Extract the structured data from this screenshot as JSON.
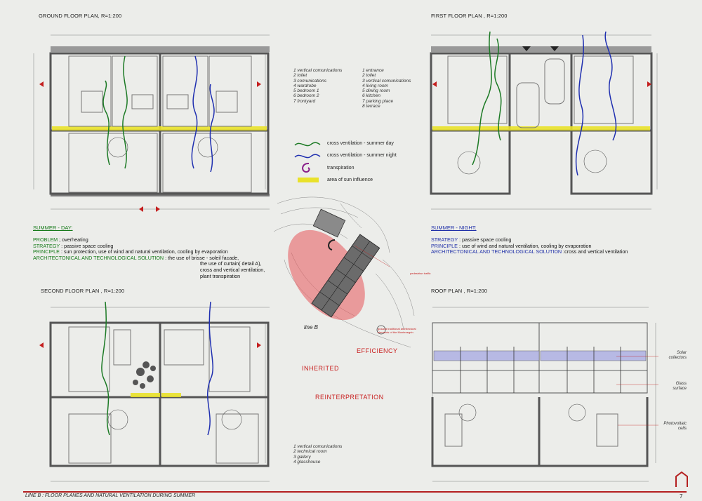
{
  "titles": {
    "ground": "GROUND FLOOR PLAN, R=1:200",
    "first": "FIRST FLOOR PLAN , R=1:200",
    "second": "SECOND FLOOR PLAN , R=1:200",
    "roof": "ROOF PLAN , R=1:200"
  },
  "ground_legend_a": [
    "1  vertical comunications",
    "2  toilet",
    "3  comunications",
    "4  wardrobe",
    "5  bedroom 1",
    "6  bedroom 2",
    "7  frontyard"
  ],
  "ground_legend_b": [
    "1  entrance",
    "2  toilet",
    "3  vertical comunications",
    "4  living room",
    "5  dining room",
    "6  kitchen",
    "7  parking place",
    "8  terrace"
  ],
  "second_legend": [
    "1  vertical comunications",
    "2  technical room",
    "3  gallery",
    "4  glasshouse"
  ],
  "vent_legend": {
    "day": "cross ventilation - summer day",
    "night": "cross ventilation - summer night",
    "transpiration": "transpiration",
    "sun": "area of sun influence"
  },
  "summer_day": {
    "heading": "SUMMER - DAY:",
    "problem_label": "PROBLEM",
    "problem": " ; overheating",
    "strategy_label": "STRATEGY",
    "strategy": " : passive space cooling",
    "principle_label": "PRINCIPLE",
    "principle": " : sun protection, use of wind and natural ventilation, cooling by evaporation",
    "solution_label": "ARCHITECTONICAL AND TECHNOLOGICAL SOLUTION",
    "solution_lines": [
      ": the use of brisse - soleil facade,",
      "the use of curtain( detail A),",
      "cross and vertical ventilation,",
      "plant transpiration"
    ]
  },
  "summer_night": {
    "heading": "SUMMER - NIGHT:",
    "strategy_label": "STRATEGY",
    "strategy": " : passive space cooling",
    "principle_label": "PRINCIPLE",
    "principle": " : use of wind and natural ventilation, cooling by evaporation",
    "solution_label": "ARCHITECTONICAL AND TECHNOLOGICAL SOLUTION",
    "solution": " :cross and vertical ventilation"
  },
  "site": {
    "line_b": "line B",
    "efficiency": "EFFICIENCY",
    "inherited": "INHERITED",
    "reinterpretation": "REINTERPRETATION",
    "annotation1": "pedestrian traffic",
    "annotation2": "gusana traditional architectural elements of the Montenegrin"
  },
  "roof_labels": {
    "solar": [
      "Solar",
      "collectors"
    ],
    "glass": [
      "Glass",
      "surface"
    ],
    "photo": [
      "Photovoltaic",
      "cells"
    ]
  },
  "footer": {
    "caption": "LINE B : FLOOR PLANES AND NATURAL VENTILATION DURING SUMMER",
    "page": "7"
  },
  "colors": {
    "day_line": "#1c7a25",
    "night_line": "#1f2fb0",
    "sun_zone": "#e9e12a",
    "accent": "#b42020",
    "site_circle": "#e8565a"
  }
}
